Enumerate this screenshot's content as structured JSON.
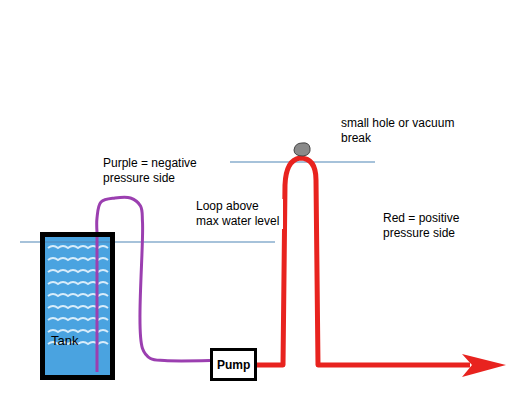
{
  "diagram": {
    "nodes": [
      {
        "text": [
          "Tank"
        ]
      },
      {
        "text": [
          "Pump"
        ]
      }
    ],
    "edges": [
      {
        "from": 0,
        "to": 1,
        "arrow": "none"
      }
    ],
    "labels": [
      "Purple = negative pressure side",
      "Loop above max water level",
      "small hole or vacuum break",
      "Red = positive pressure side"
    ]
  }
}
